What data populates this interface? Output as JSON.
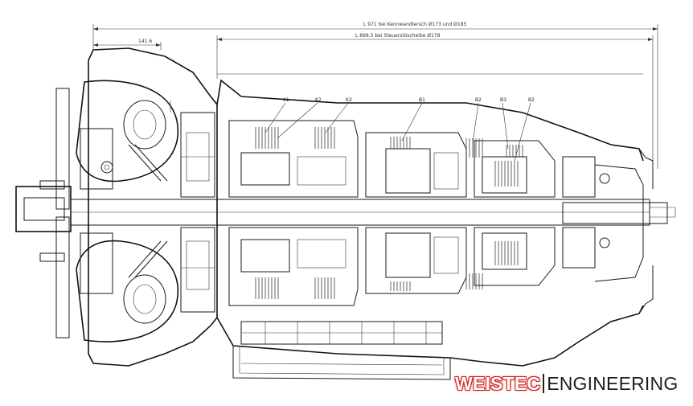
{
  "drawing": {
    "dimensions": {
      "top": "L 971  bei Kennwandlersch Ø173 und Ø185",
      "middle": "L 899.5  bei Steuerstöscheibe Ø178",
      "left": "141.6"
    },
    "callouts": [
      "K1",
      "K2",
      "K3",
      "B1",
      "B2",
      "B3",
      "B2"
    ]
  },
  "logo": {
    "left": "WEISTEC",
    "right": "ENGINEERING",
    "colors": {
      "outline": "#d11a1a",
      "text": "#1e1e1e"
    }
  }
}
